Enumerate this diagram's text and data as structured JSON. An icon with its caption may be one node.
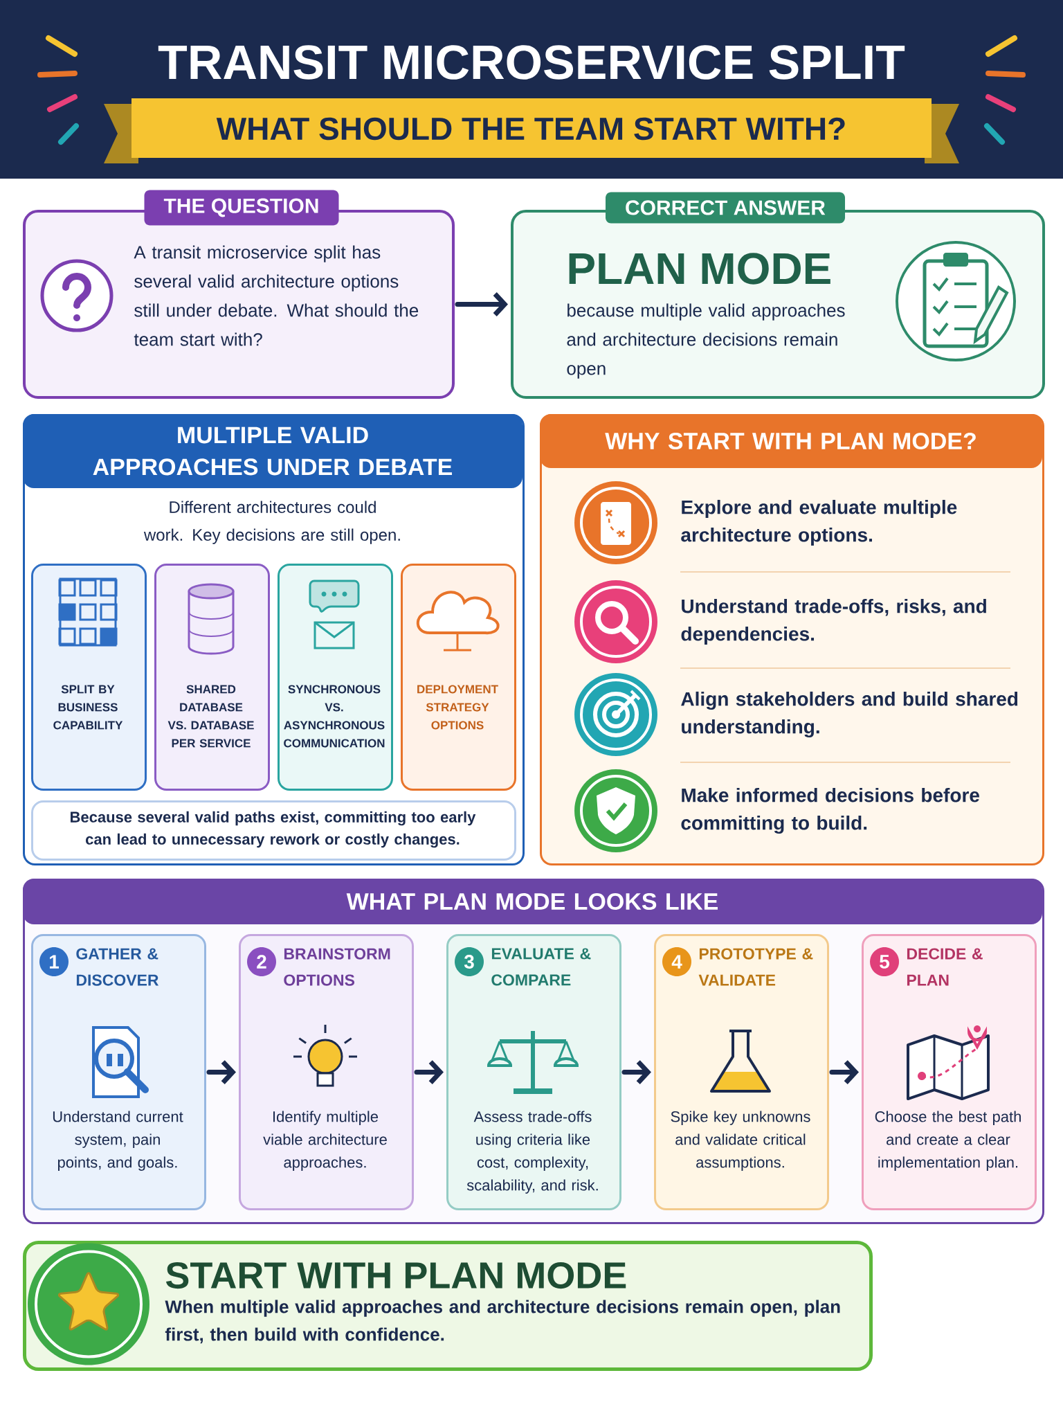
{
  "diagram": {
    "title": "TRANSIT MICROSERVICE SPLIT",
    "nodes": [
      {
        "text": [
          "THE QUESTION",
          "A transit microservice split has several valid architecture options still under debate. What should the team start with?"
        ]
      },
      {
        "text": [
          "CORRECT ANSWER",
          "PLAN MODE",
          "because multiple valid approaches and architecture decisions remain open"
        ]
      },
      {
        "text": [
          "MULTIPLE VALID APPROACHES UNDER DEBATE",
          "Different architectures could work. Key decisions are still open."
        ]
      },
      {
        "text": [
          "SPLIT BY BUSINESS CAPABILITY"
        ],
        "in": 2
      },
      {
        "text": [
          "SHARED DATABASE VS. DATABASE PER SERVICE"
        ],
        "in": 2
      },
      {
        "text": [
          "SYNCHRONOUS VS. ASYNCHRONOUS COMMUNICATION"
        ],
        "in": 2
      },
      {
        "text": [
          "DEPLOYMENT STRATEGY OPTIONS"
        ],
        "in": 2
      },
      {
        "text": [
          "Because several valid paths exist, committing too early can lead to unnecessary rework or costly changes."
        ],
        "in": 2
      },
      {
        "text": [
          "WHY START WITH PLAN MODE?"
        ]
      },
      {
        "text": [
          "WHAT PLAN MODE LOOKS LIKE"
        ]
      },
      {
        "text": [
          "1",
          "GATHER & DISCOVER",
          "Understand current system, pain points, and goals."
        ],
        "in": 9
      },
      {
        "text": [
          "2",
          "BRAINSTORM OPTIONS",
          "Identify multiple viable architecture approaches."
        ],
        "in": 9
      },
      {
        "text": [
          "3",
          "EVALUATE & COMPARE",
          "Assess trade-offs using criteria like cost, complexity, scalability, and risk."
        ],
        "in": 9
      },
      {
        "text": [
          "4",
          "PROTOTYPE & VALIDATE",
          "Spike key unknowns and validate critical assumptions."
        ],
        "in": 9
      },
      {
        "text": [
          "5",
          "DECIDE & PLAN",
          "Choose the best path and create a clear implementation plan."
        ],
        "in": 9
      },
      {
        "text": [
          "START WITH PLAN MODE",
          "When multiple valid approaches and architecture decisions remain open, plan first, then build with confidence."
        ]
      }
    ],
    "edges": [
      {
        "from": 0,
        "to": 1,
        "arrow": "to"
      },
      {
        "from": 10,
        "to": 11,
        "arrow": "to"
      },
      {
        "from": 11,
        "to": 12,
        "arrow": "to"
      },
      {
        "from": 12,
        "to": 13,
        "arrow": "to"
      },
      {
        "from": 13,
        "to": 14,
        "arrow": "to"
      }
    ],
    "labels": [
      "WHAT SHOULD THE TEAM START WITH?",
      "Explore and evaluate multiple architecture options.",
      "Understand trade-offs, risks, and dependencies.",
      "Align stakeholders and build shared understanding.",
      "Make informed decisions before committing to build."
    ]
  }
}
